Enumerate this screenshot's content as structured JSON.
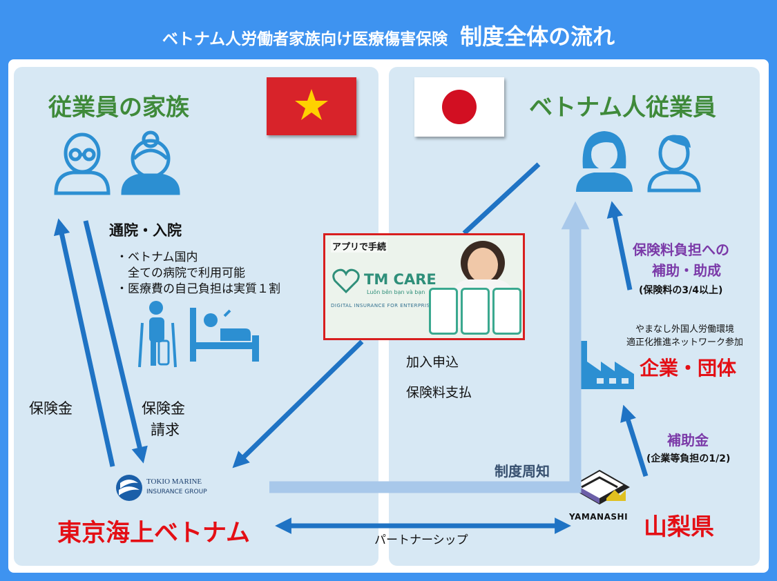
{
  "title": {
    "part1": "ベトナム人労働者家族向け医療傷害保険",
    "part2": "制度全体の流れ"
  },
  "left": {
    "heading": "従業員の家族",
    "visit_label": "通院・入院",
    "bullets": [
      "・ベトナム国内",
      "　全ての病院で利用可能",
      "・医療費の自己負担は実質１割"
    ],
    "insurance_money": "保険金",
    "claim_line1": "保険金",
    "claim_line2": "請求",
    "logo_line1": "TOKIO MARINE",
    "logo_line2": "INSURANCE GROUP",
    "company": "東京海上ベトナム"
  },
  "right": {
    "heading": "ベトナム人従業員",
    "subsidy_line1": "保険料負担への",
    "subsidy_line2": "補助・助成",
    "subsidy_note": "(保険料の3/4以上)",
    "network_line1": "やまなし外国人労働環境",
    "network_line2": "適正化推進ネットワーク参加",
    "company": "企業・団体",
    "grant": "補助金",
    "grant_note": "(企業等負担の1/2)",
    "notice": "制度周知",
    "yamanashi_logo": "YAMANASHI",
    "prefecture": "山梨県"
  },
  "middle": {
    "app_label": "アプリで手続",
    "app_brand": "TM CARE",
    "app_tagline": "Luôn bên bạn và bạn",
    "app_sub": "DIGITAL INSURANCE FOR ENTERPRISES",
    "apply": "加入申込",
    "payment": "保険料支払",
    "partnership": "パートナーシップ"
  },
  "colors": {
    "background": "#3e93f0",
    "panel": "#d7e8f4",
    "arrow": "#1f73c4",
    "light_arrow": "#a8c8ea",
    "icon": "#2c8fd2",
    "green": "#3f8a3a",
    "red": "#e40f15",
    "purple": "#7b3aa8"
  },
  "icons": [
    "elderly-man-icon",
    "elderly-woman-icon",
    "woman-icon",
    "man-icon",
    "crutches-patient-icon",
    "hospital-bed-icon",
    "factory-icon",
    "vietnam-flag-icon",
    "japan-flag-icon",
    "yamanashi-logo-icon",
    "tokio-marine-logo-icon"
  ]
}
